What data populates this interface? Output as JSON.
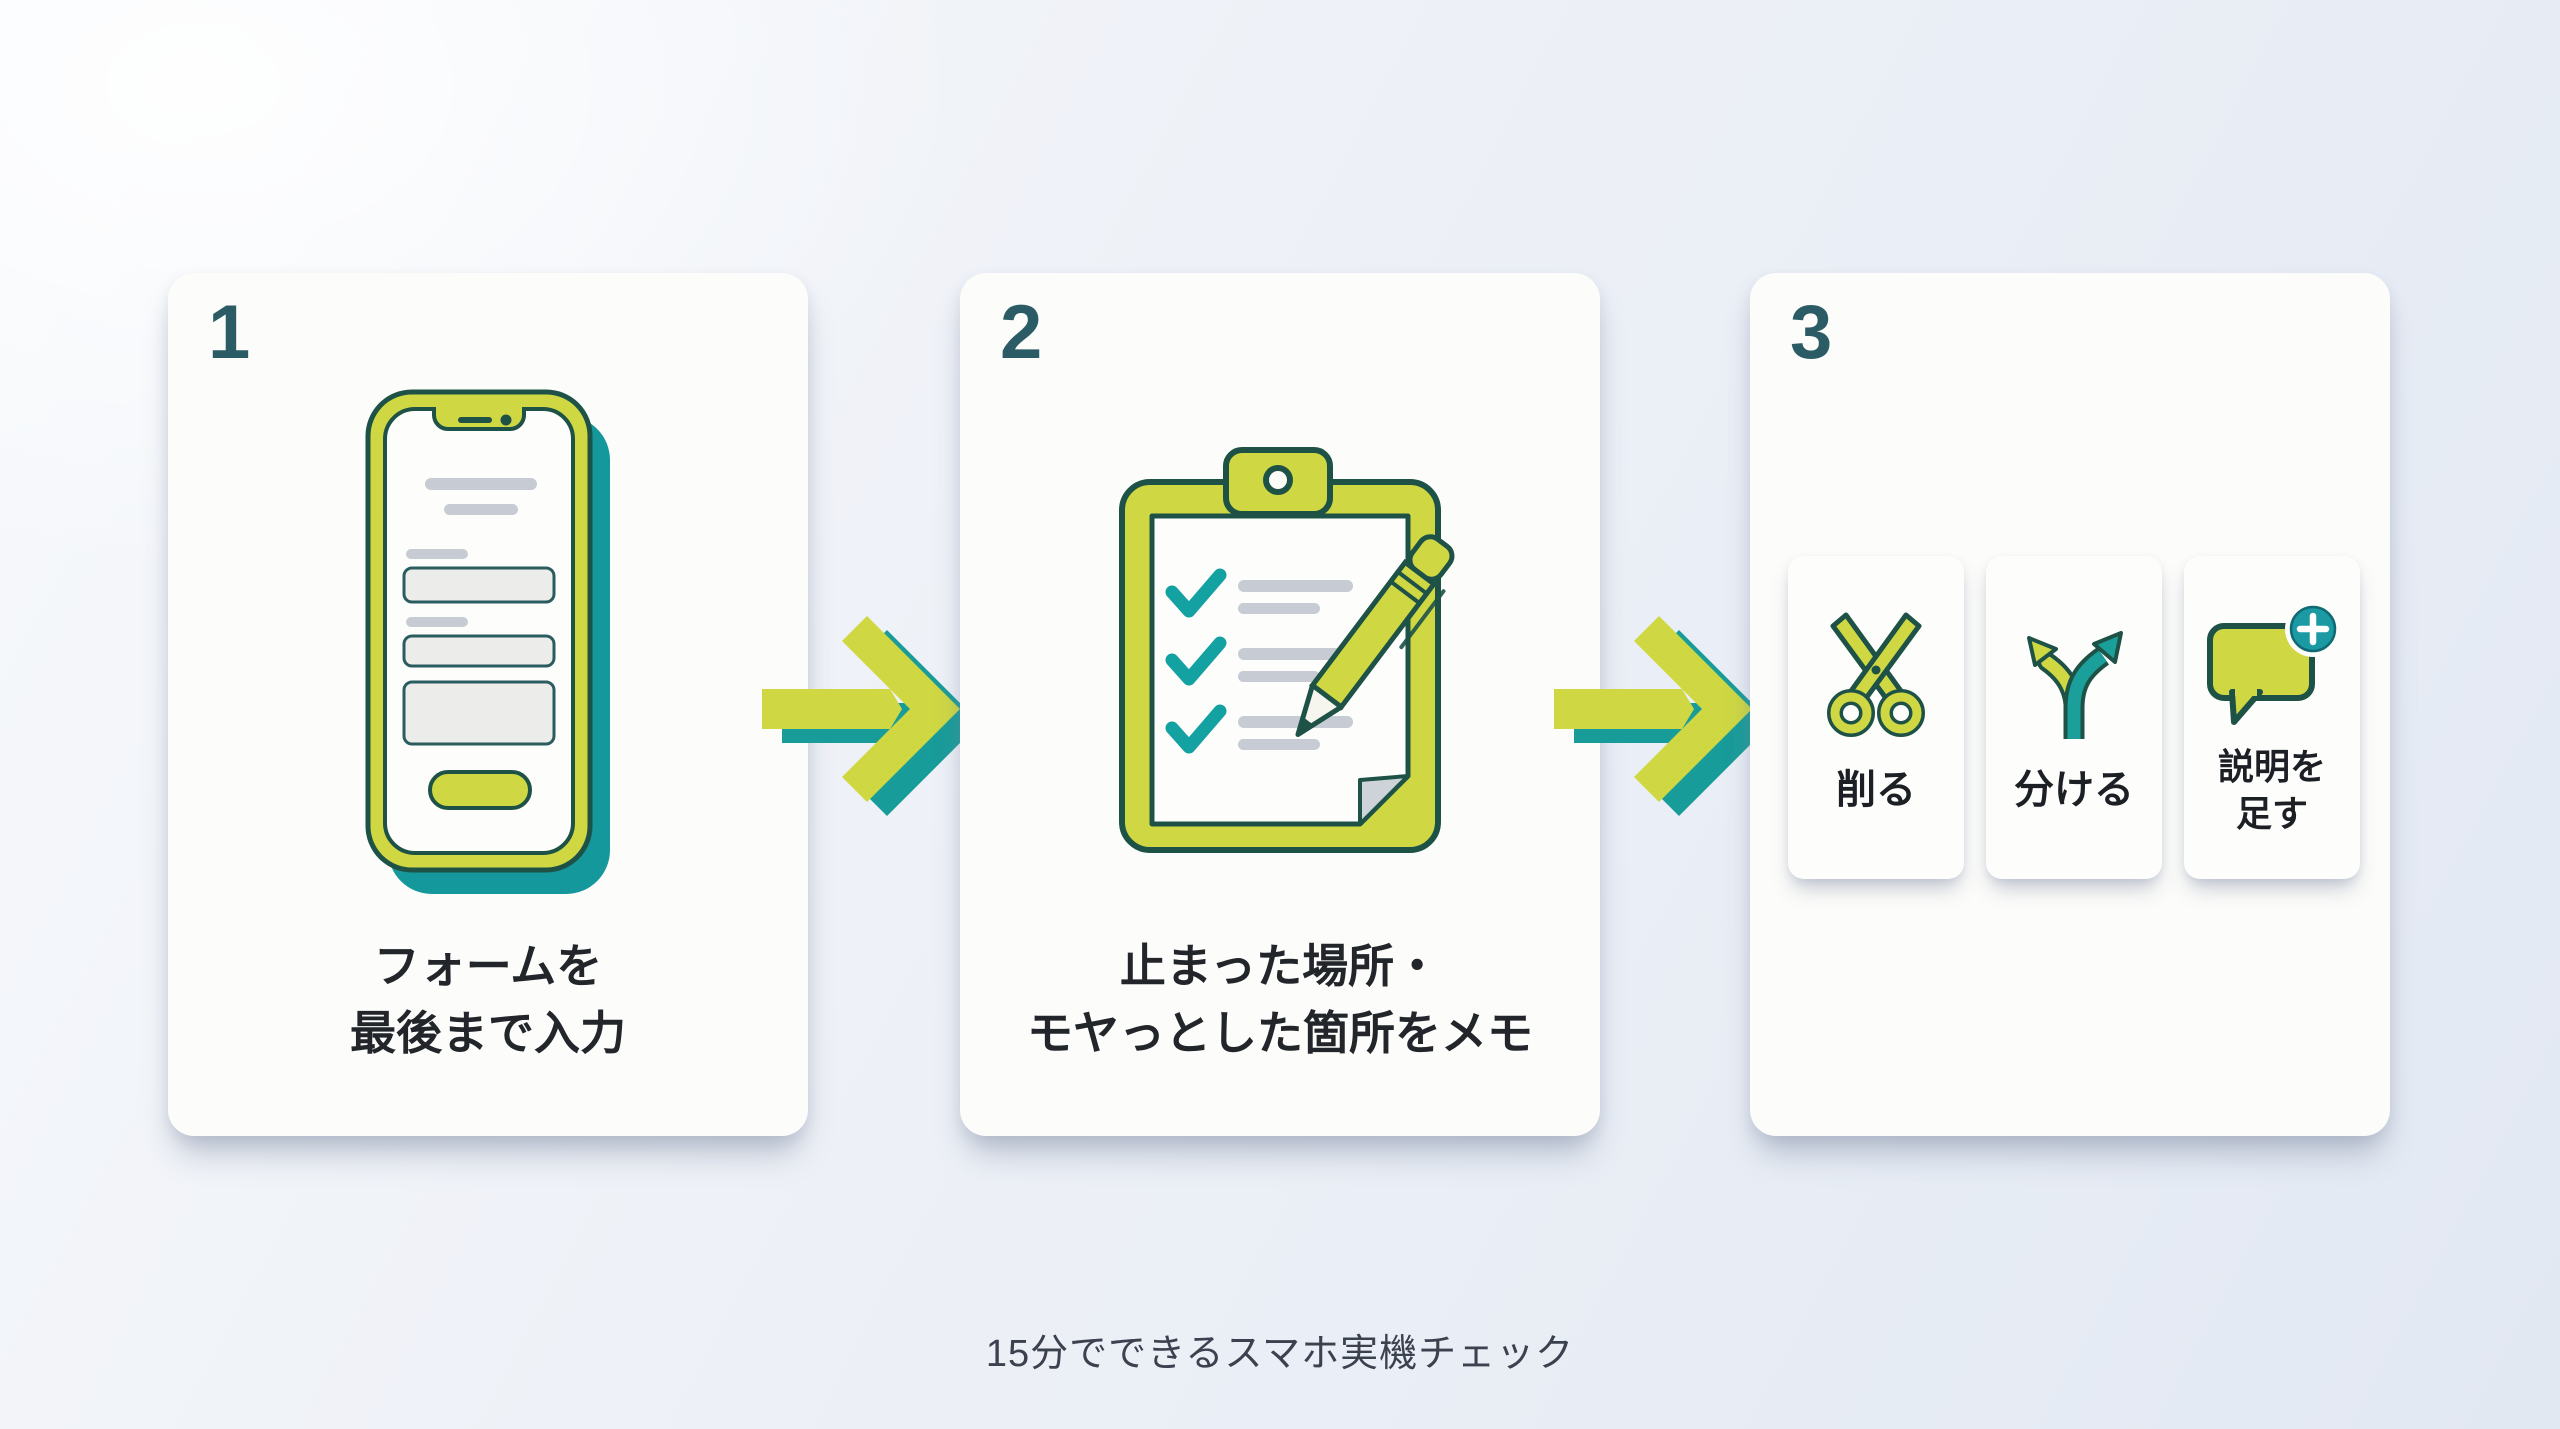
{
  "palette": {
    "chartreuse": "#cfd843",
    "teal": "#189c99",
    "outline_green": "#1e5247",
    "check_teal": "#14a1a1",
    "badge_teal": "#1b9aa3",
    "number_teal": "#2b5c66",
    "heading_text": "#22262b",
    "caption_text": "#3b414e",
    "card_bg": "#fcfcfa",
    "muted_bar_gray": "#c7cbd3",
    "background": "#e8edf5"
  },
  "steps": [
    {
      "number": "1",
      "illustration": "smartphone-form",
      "caption": [
        "フォームを",
        "最後まで入力"
      ]
    },
    {
      "number": "2",
      "illustration": "clipboard-checklist-pencil",
      "caption": [
        "止まった場所・",
        "モヤっとした箇所をメモ"
      ]
    },
    {
      "number": "3",
      "actions": [
        {
          "icon": "scissors",
          "label": [
            "削る"
          ]
        },
        {
          "icon": "split-arrows",
          "label": [
            "分ける"
          ]
        },
        {
          "icon": "speech-bubble-plus",
          "label": [
            "説明を",
            "足す"
          ]
        }
      ]
    }
  ],
  "connectors": [
    {
      "icon": "arrow-right"
    },
    {
      "icon": "arrow-right"
    }
  ],
  "footer": {
    "caption": "15分でできるスマホ実機チェック"
  }
}
